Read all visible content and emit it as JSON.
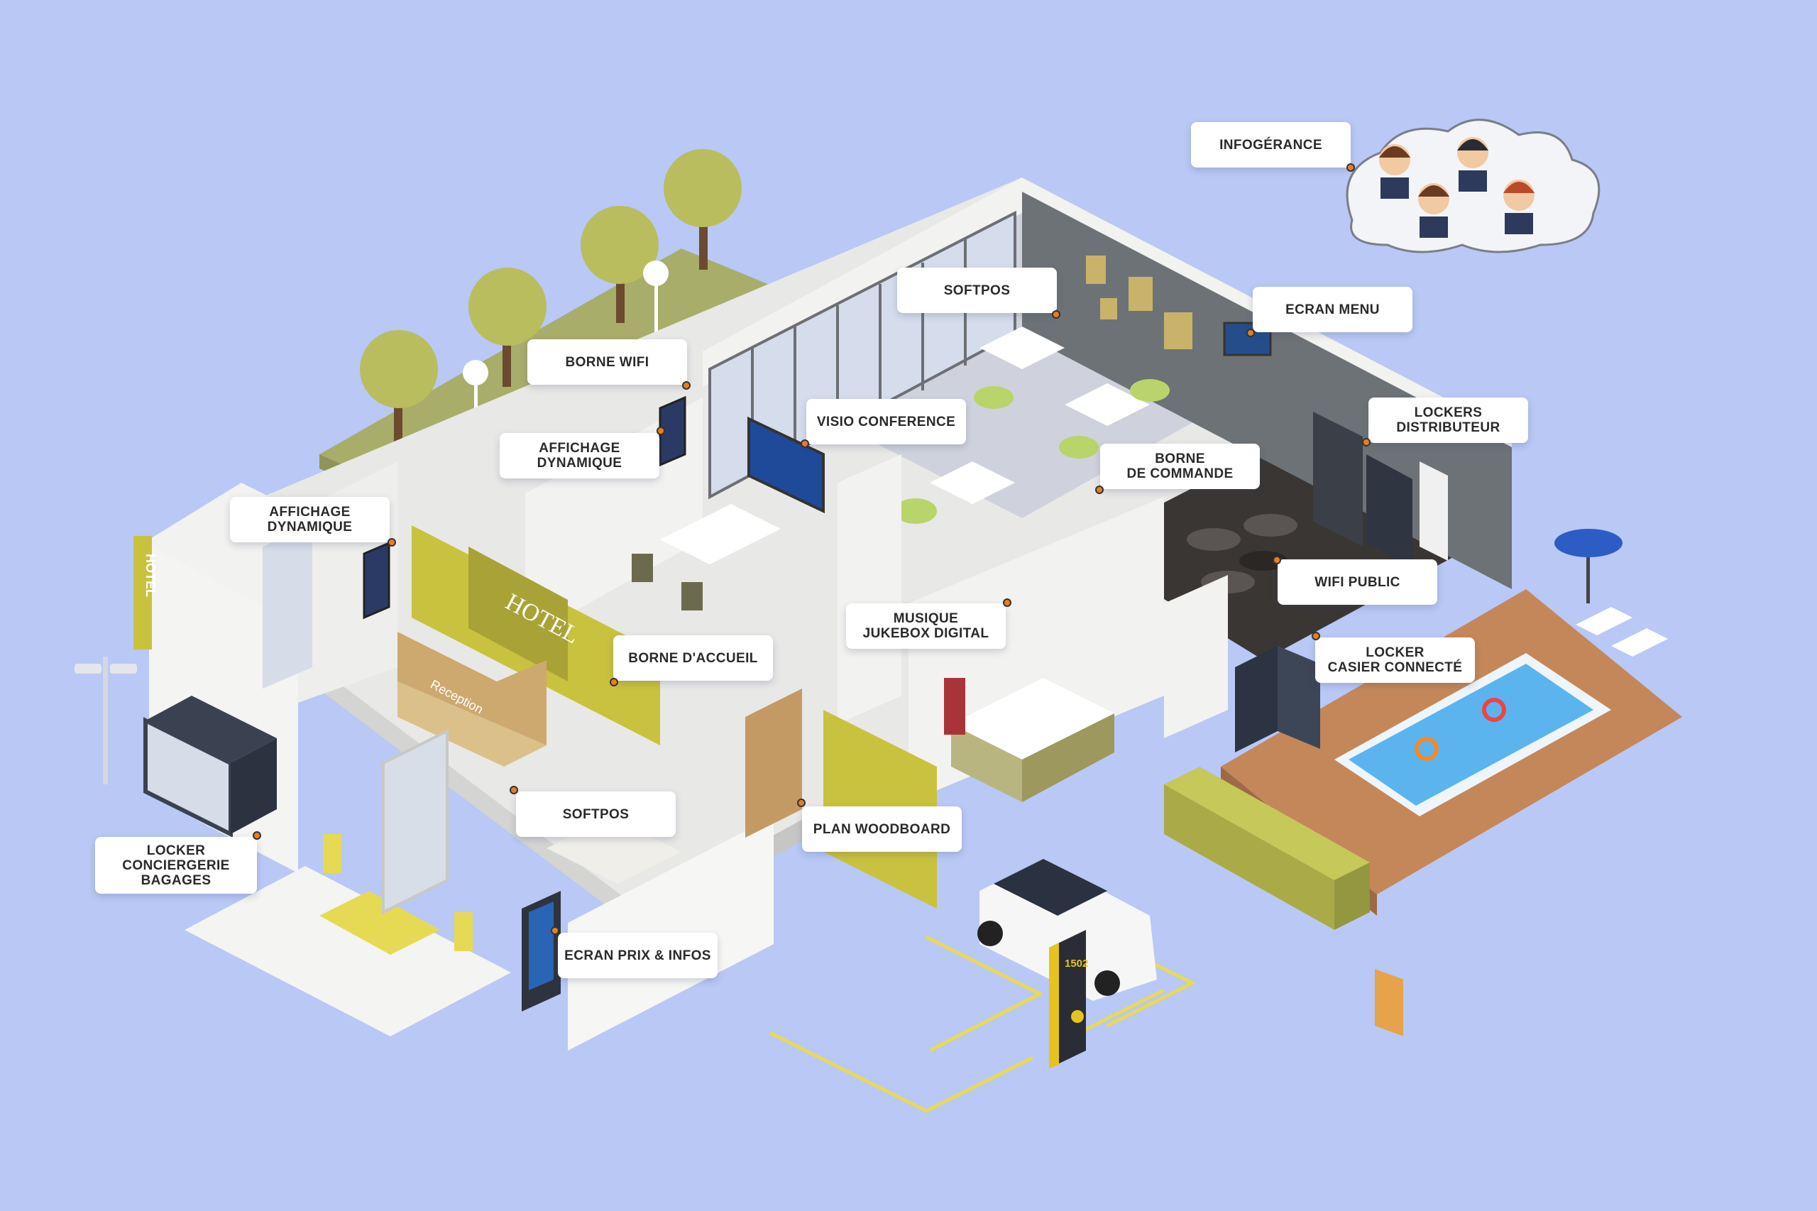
{
  "labels": {
    "infogerance": "INFOGÉRANCE",
    "softpos_top": "SOFTPOS",
    "ecran_menu": "ECRAN MENU",
    "borne_wifi": "BORNE WIFI",
    "visio_conference": "VISIO CONFERENCE",
    "lockers_line1": "LOCKERS",
    "lockers_line2": "DISTRIBUTEUR",
    "affichage_top_line1": "AFFICHAGE",
    "affichage_top_line2": "DYNAMIQUE",
    "borne_commande_line1": "BORNE",
    "borne_commande_line2": "DE COMMANDE",
    "affichage_left_line1": "AFFICHAGE",
    "affichage_left_line2": "DYNAMIQUE",
    "wifi_public": "WIFI PUBLIC",
    "musique_line1": "MUSIQUE",
    "musique_line2": "JUKEBOX DIGITAL",
    "borne_accueil": "BORNE D'ACCUEIL",
    "locker_casier_line1": "LOCKER",
    "locker_casier_line2": "CASIER CONNECTÉ",
    "softpos_bottom": "SOFTPOS",
    "plan_woodboard": "PLAN WOODBOARD",
    "locker_conciergerie_line1": "LOCKER",
    "locker_conciergerie_line2": "CONCIERGERIE",
    "locker_conciergerie_line3": "BAGAGES",
    "ecran_prix": "ECRAN PRIX & INFOS"
  },
  "signage": {
    "hotel_sign": "HOTEL",
    "hotel_vertical": "HOTEL",
    "reception": "Reception",
    "parking_number": "1502"
  },
  "colors": {
    "background": "#b9c8f5",
    "accent_yellow": "#c9c23e",
    "floor": "#e8e8e6",
    "wall": "#f2f2f0",
    "deck": "#c4875a",
    "pool": "#5bb4ee",
    "marker": "#e67e22"
  }
}
